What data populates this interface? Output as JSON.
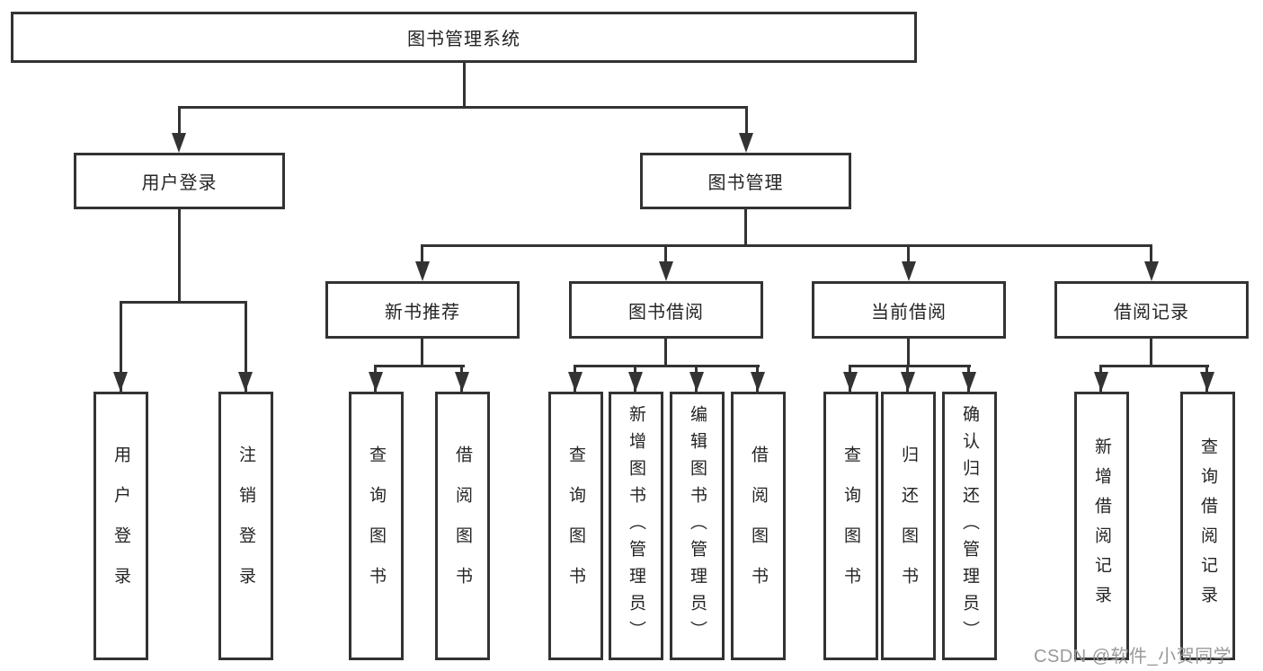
{
  "diagram": {
    "root": {
      "label": "图书管理系统"
    },
    "level2": [
      {
        "label": "用户登录"
      },
      {
        "label": "图书管理"
      }
    ],
    "level3": [
      {
        "label": "新书推荐"
      },
      {
        "label": "图书借阅"
      },
      {
        "label": "当前借阅"
      },
      {
        "label": "借阅记录"
      }
    ],
    "leaves": {
      "user": [
        "用户登录",
        "注销登录"
      ],
      "newbook": [
        "查询图书",
        "借阅图书"
      ],
      "borrow": [
        "查询图书",
        "新增图书（管理员）",
        "编辑图书（管理员）",
        "借阅图书"
      ],
      "current": [
        "查询图书",
        "归还图书",
        "确认归还（管理员）"
      ],
      "record": [
        "新增借阅记录",
        "查询借阅记录"
      ]
    },
    "line_color": "#333333",
    "text_color": "#242424"
  },
  "watermark": "CSDN @软件_小贺同学"
}
